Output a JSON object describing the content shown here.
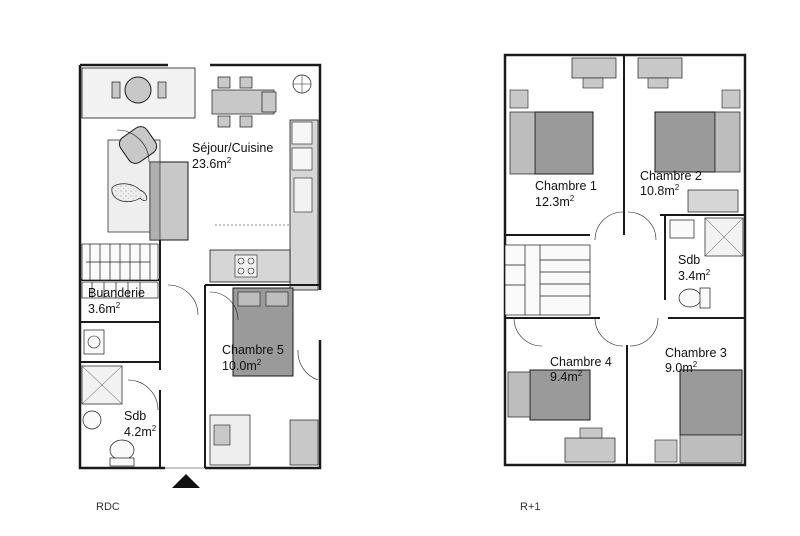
{
  "plans": {
    "ground": {
      "label": "RDC",
      "rooms": [
        {
          "name": "Séjour/Cuisine",
          "area": "23.6m"
        },
        {
          "name": "Buanderie",
          "area": "3.6m"
        },
        {
          "name": "Chambre 5",
          "area": "10.0m"
        },
        {
          "name": "Sdb",
          "area": "4.2m"
        }
      ]
    },
    "upper": {
      "label": "R+1",
      "rooms": [
        {
          "name": "Chambre 1",
          "area": "12.3m"
        },
        {
          "name": "Chambre 2",
          "area": "10.8m"
        },
        {
          "name": "Sdb",
          "area": "3.4m"
        },
        {
          "name": "Chambre 4",
          "area": "9.4m"
        },
        {
          "name": "Chambre 3",
          "area": "9.0m"
        }
      ]
    }
  },
  "area_unit_exponent": "2",
  "colors": {
    "wall": "#1a1a1a",
    "bed": "#9a9a9a",
    "furniture": "#c8c8c8",
    "kitchen": "#d6d6d6",
    "rug": "#eeeeee"
  }
}
